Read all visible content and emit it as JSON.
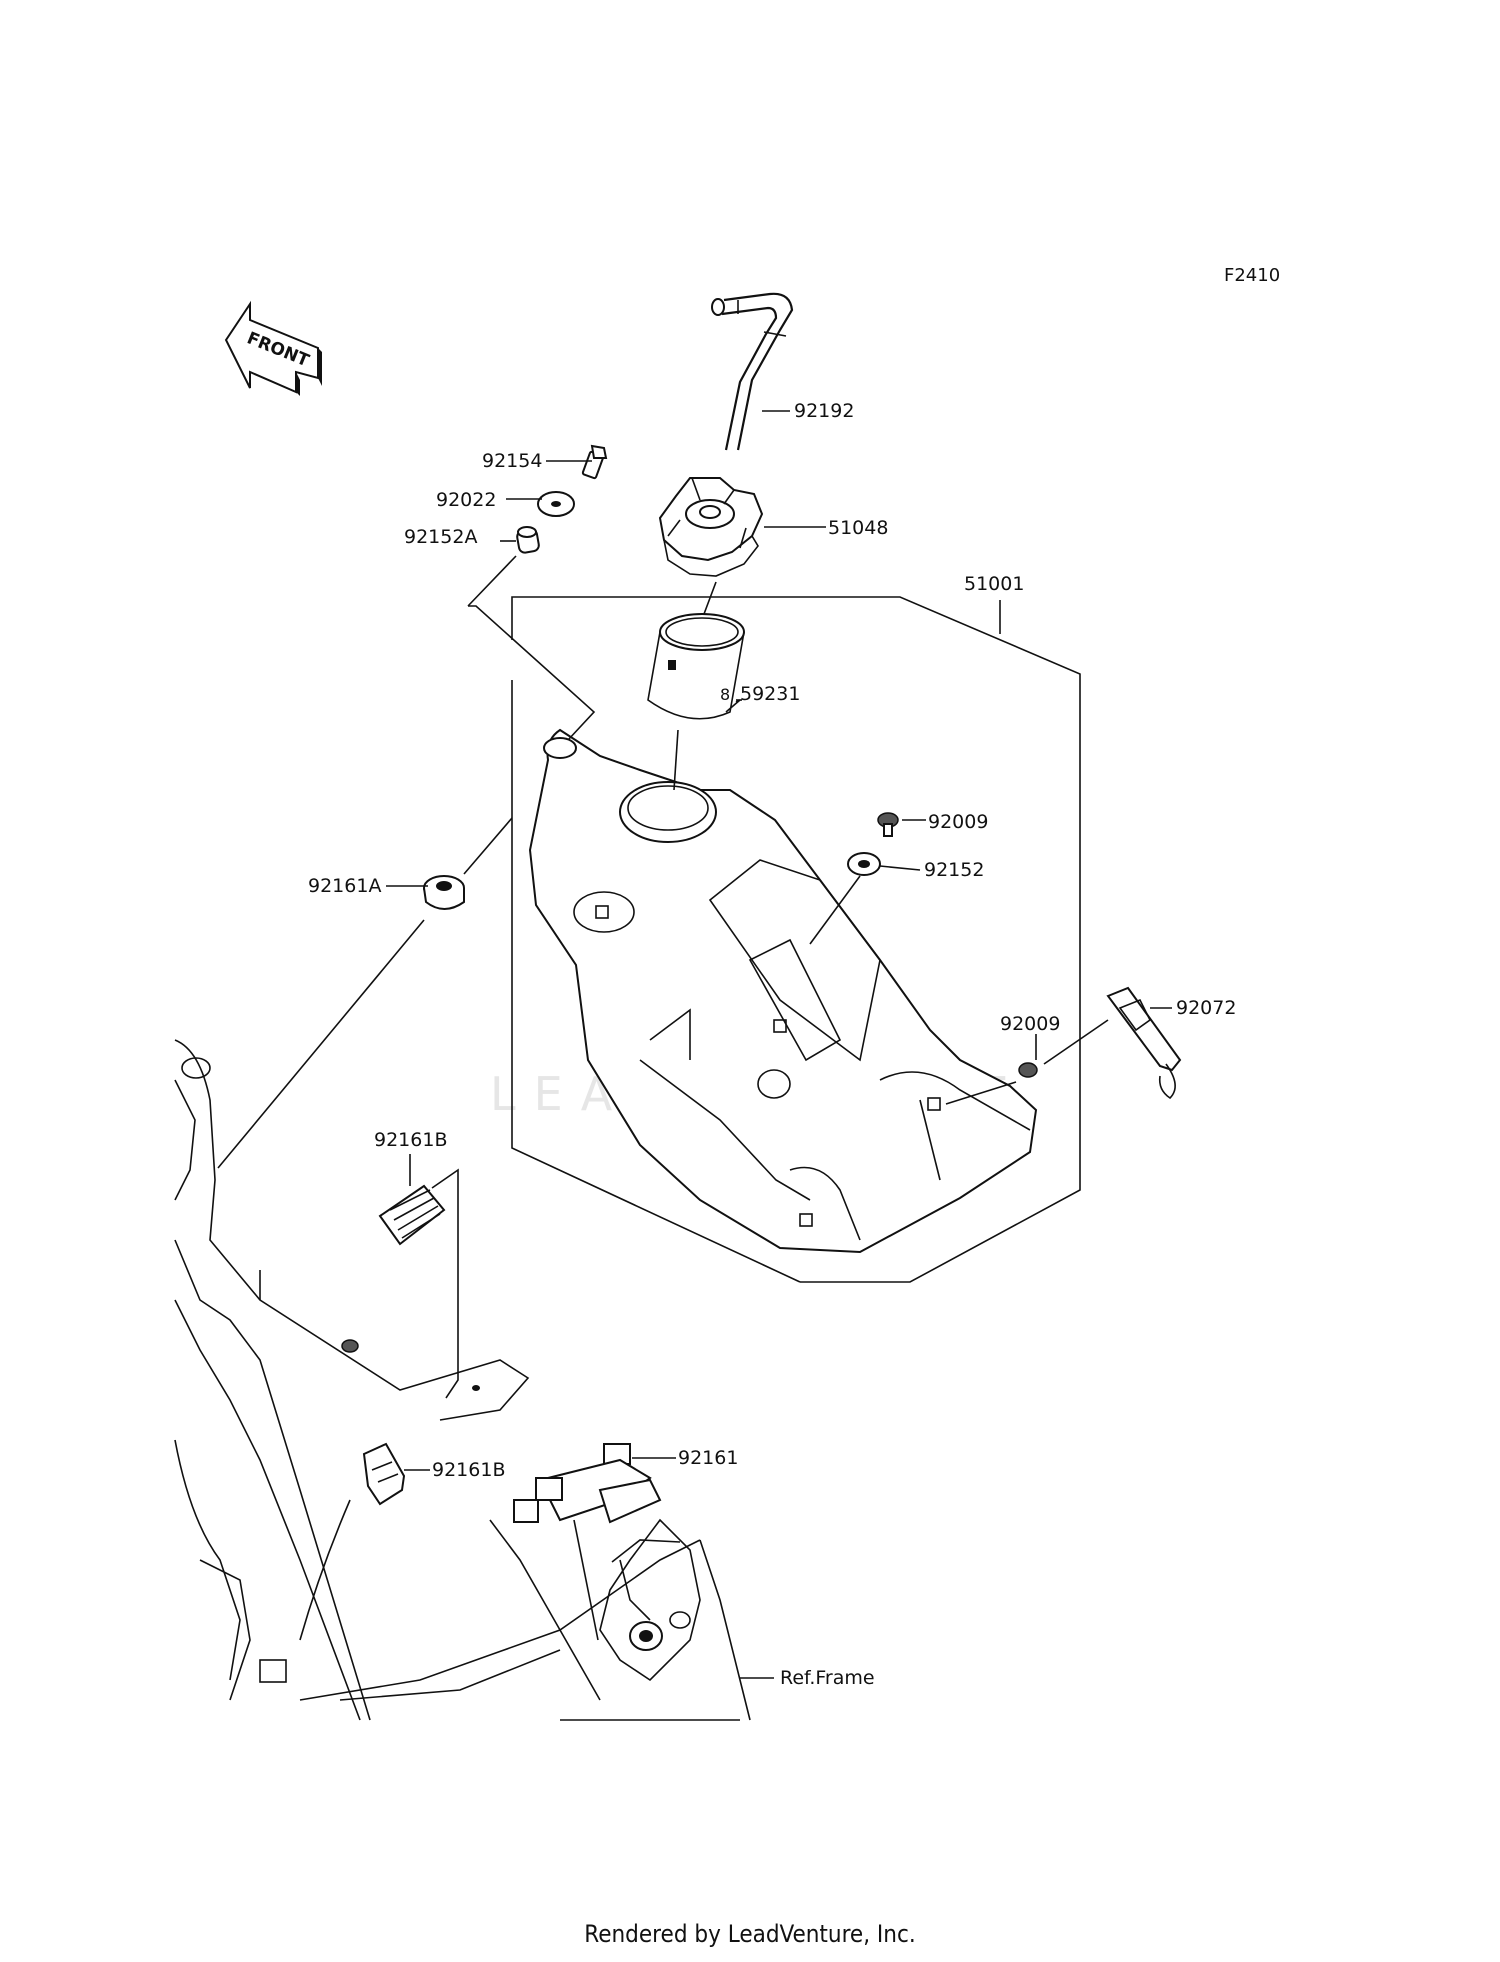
{
  "diagram_code": "F2410",
  "front_arrow_label": "FRONT",
  "watermark_text": "LEADVENTURE",
  "footer_text": "Rendered by LeadVenture, Inc.",
  "labels": {
    "p92192": "92192",
    "p92154": "92154",
    "p92022": "92022",
    "p92152A": "92152A",
    "p51048": "51048",
    "p51001": "51001",
    "p59231": "59231",
    "p92009a": "92009",
    "p92152": "92152",
    "p92161A": "92161A",
    "p92009b": "92009",
    "p92072": "92072",
    "p92161B_top": "92161B",
    "p92161B_low": "92161B",
    "p92161": "92161",
    "ref_frame": "Ref.Frame"
  },
  "icons": {
    "front_arrow": "front-direction-arrow-icon"
  }
}
